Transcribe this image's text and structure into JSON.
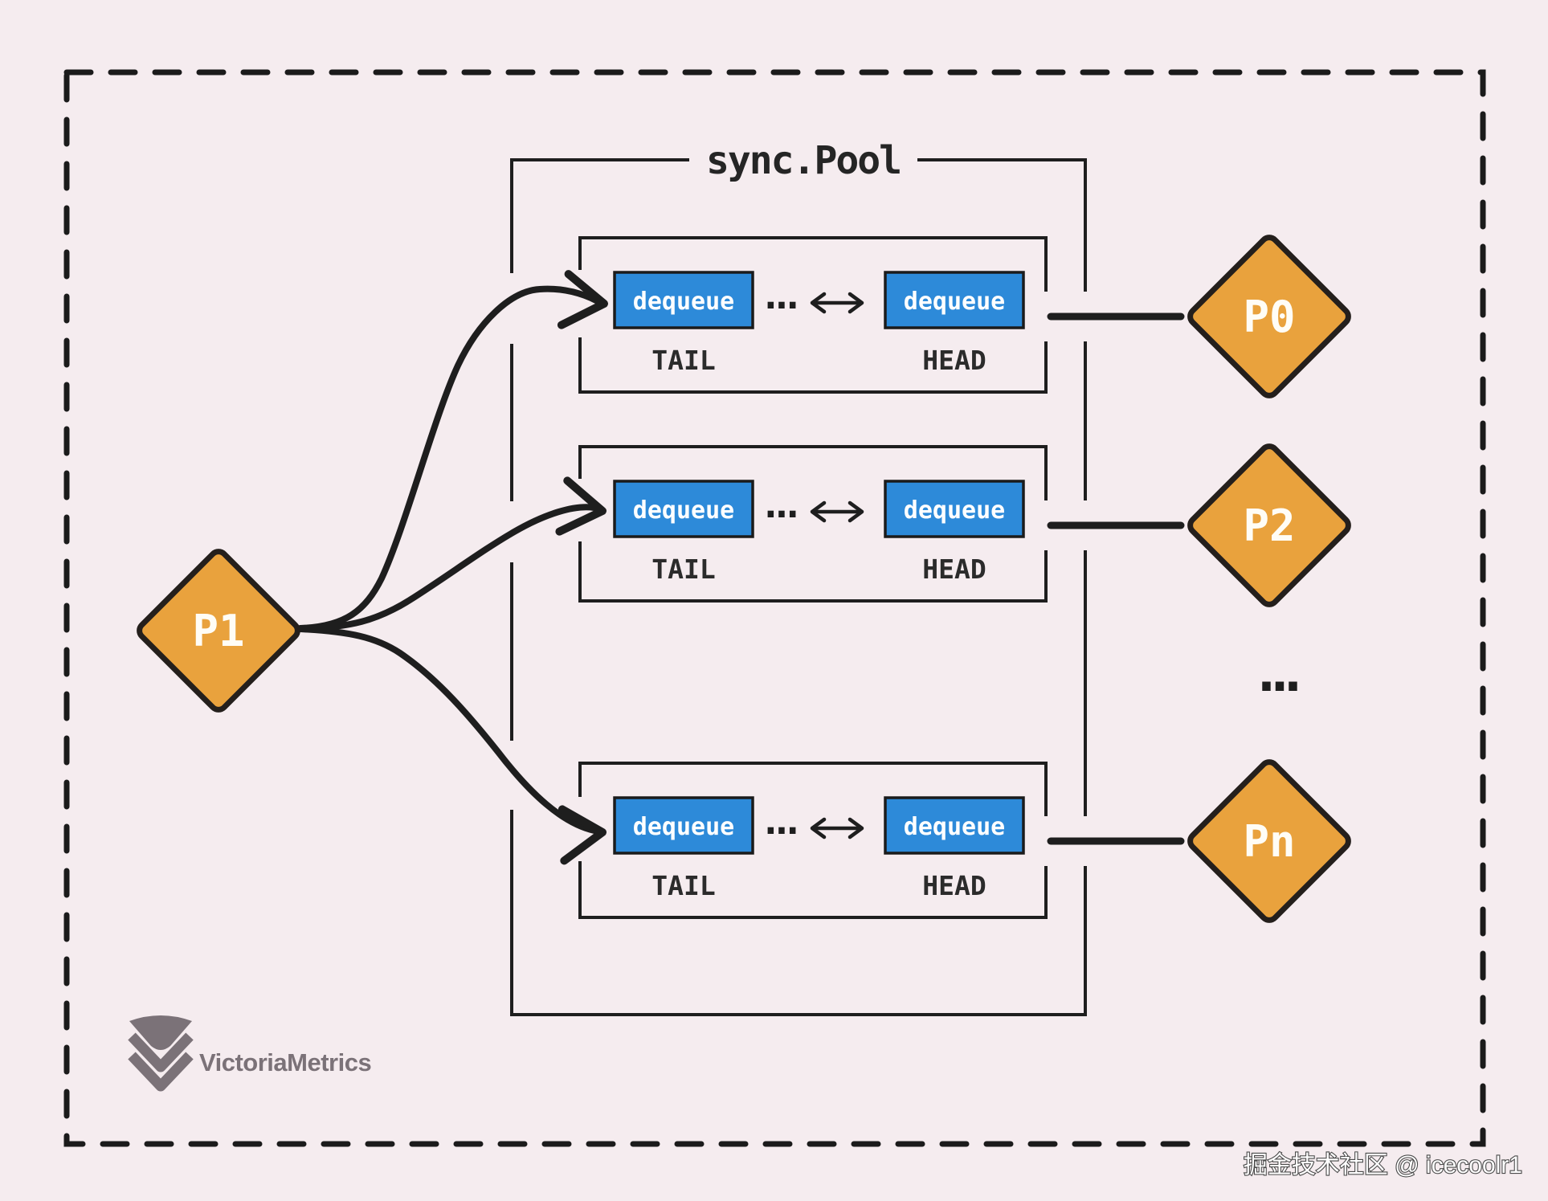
{
  "colors": {
    "background": "#f5ecef",
    "ink": "#1e1e1e",
    "queue_blue": "#2d8ad9",
    "processor_orange": "#e9a23d",
    "logo_gray": "#7b7278"
  },
  "pool": {
    "title": "sync.Pool",
    "rows": [
      {
        "tail_box": "dequeue",
        "head_box": "dequeue",
        "dots": "...",
        "tail_label": "TAIL",
        "head_label": "HEAD"
      },
      {
        "tail_box": "dequeue",
        "head_box": "dequeue",
        "dots": "...",
        "tail_label": "TAIL",
        "head_label": "HEAD"
      },
      {
        "tail_box": "dequeue",
        "head_box": "dequeue",
        "dots": "...",
        "tail_label": "TAIL",
        "head_label": "HEAD"
      }
    ]
  },
  "processors": {
    "producer": "P1",
    "consumers": [
      "P0",
      "P2",
      "Pn"
    ],
    "more_indicator": "..."
  },
  "branding": {
    "logo_text": "VictoriaMetrics"
  },
  "watermark": "掘金技术社区 @ icecoolr1"
}
